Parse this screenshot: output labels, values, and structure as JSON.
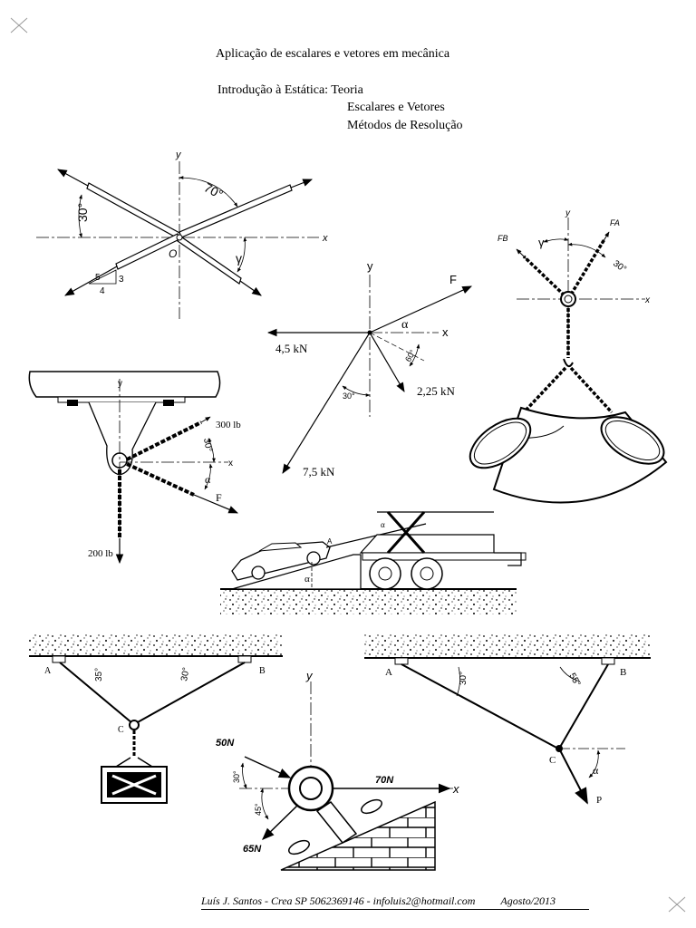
{
  "header": {
    "title": "Aplicação de escalares e vetores em mecânica",
    "intro_label": "Introdução à Estática: Teoria",
    "line2": "Escalares e Vetores",
    "line3": "Métodos de Resolução"
  },
  "fig1": {
    "x": "x",
    "y": "y",
    "origin": "O",
    "a1": "30°",
    "a2": "70°",
    "a3": "γ",
    "t5": "5",
    "t4": "4",
    "t3": "3"
  },
  "fig2": {
    "y": "y",
    "x": "x",
    "fb": "FB",
    "fa": "FA",
    "gamma": "γ",
    "a": "30°"
  },
  "fig3": {
    "y": "y",
    "x": "x",
    "f": "F",
    "alpha": "α",
    "f1": "4,5 kN",
    "f2": "2,25 kN",
    "f3": "7,5 kN",
    "a60": "60°",
    "a30": "30°"
  },
  "fig4": {
    "y": "y",
    "x": "x",
    "w1": "300 lb",
    "w2": "200 lb",
    "f": "F",
    "a30": "30°",
    "alpha": "α"
  },
  "fig5": {
    "alpha": "α",
    "a": "A"
  },
  "fig6": {
    "a": "A",
    "b": "B",
    "c": "C",
    "a35": "35°",
    "a30": "30°"
  },
  "fig7": {
    "y": "y",
    "x": "x",
    "f50": "50N",
    "f70": "70N",
    "f65": "65N",
    "a30": "30°",
    "a45": "45°"
  },
  "fig8": {
    "a": "A",
    "b": "B",
    "c": "C",
    "p": "P",
    "a30": "30°",
    "a55": "55°",
    "alpha": "α"
  },
  "footer": {
    "author": "Luís J. Santos - Crea SP 5062369146 - infoluis2@hotmail.com",
    "date": "Agosto/2013"
  }
}
